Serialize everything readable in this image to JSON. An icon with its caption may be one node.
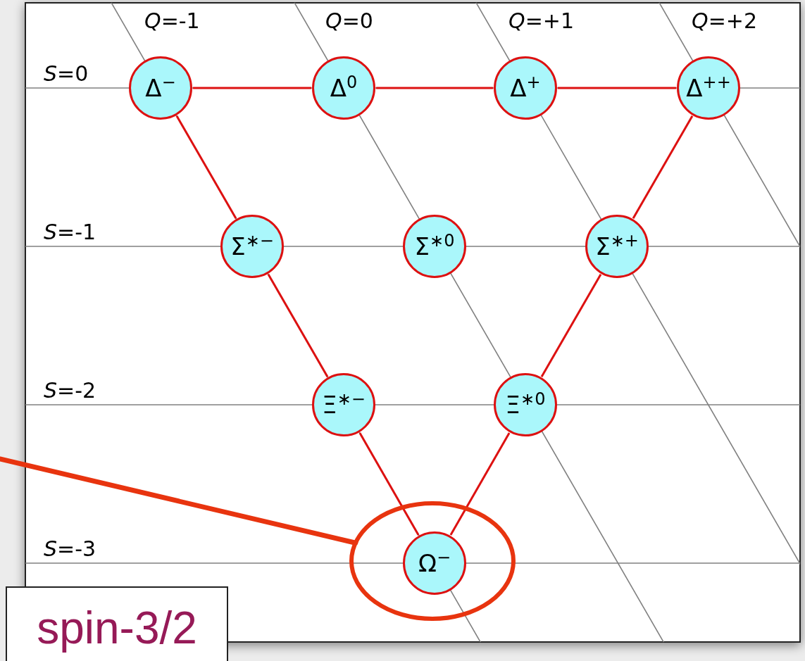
{
  "diagram": {
    "nodes": [
      {
        "text": [
          "Δ$^{−}$"
        ]
      },
      {
        "text": [
          "Δ$^{0}$"
        ]
      },
      {
        "text": [
          "Δ$^{+}$"
        ]
      },
      {
        "text": [
          "Δ$^{++}$"
        ]
      },
      {
        "text": [
          "Σ$^{∗−}$"
        ]
      },
      {
        "text": [
          "Σ$^{∗0}$"
        ]
      },
      {
        "text": [
          "Σ$^{∗+}$"
        ]
      },
      {
        "text": [
          "Ξ$^{∗−}$"
        ]
      },
      {
        "text": [
          "Ξ$^{∗0}$"
        ]
      },
      {
        "text": [],
        "shape": "circle"
      },
      {
        "text": [
          "Ω$^{−}$"
        ],
        "in": 9
      }
    ],
    "edges": [
      {
        "from": 0,
        "to": 1,
        "arrow": "none"
      },
      {
        "from": 1,
        "to": 2,
        "arrow": "none"
      },
      {
        "from": 2,
        "to": 3,
        "arrow": "none"
      },
      {
        "from": 0,
        "to": 4,
        "arrow": "none"
      },
      {
        "from": 4,
        "to": 7,
        "arrow": "none"
      },
      {
        "from": 7,
        "to": 10,
        "arrow": "none"
      },
      {
        "from": 3,
        "to": 6,
        "arrow": "none"
      },
      {
        "from": 6,
        "to": 8,
        "arrow": "none"
      },
      {
        "from": 8,
        "to": 10,
        "arrow": "none"
      },
      {
        "from": null,
        "to": 9,
        "arrow": "none",
        "style": "thick",
        "color": "#e8340f"
      }
    ],
    "labels": [
      "*Q*=-1",
      "*Q*=0",
      "*Q*=+1",
      "*Q*=+2",
      "*S*=0",
      "*S*=-1",
      "*S*=-2",
      "*S*=-3",
      "spin-3/2"
    ]
  }
}
